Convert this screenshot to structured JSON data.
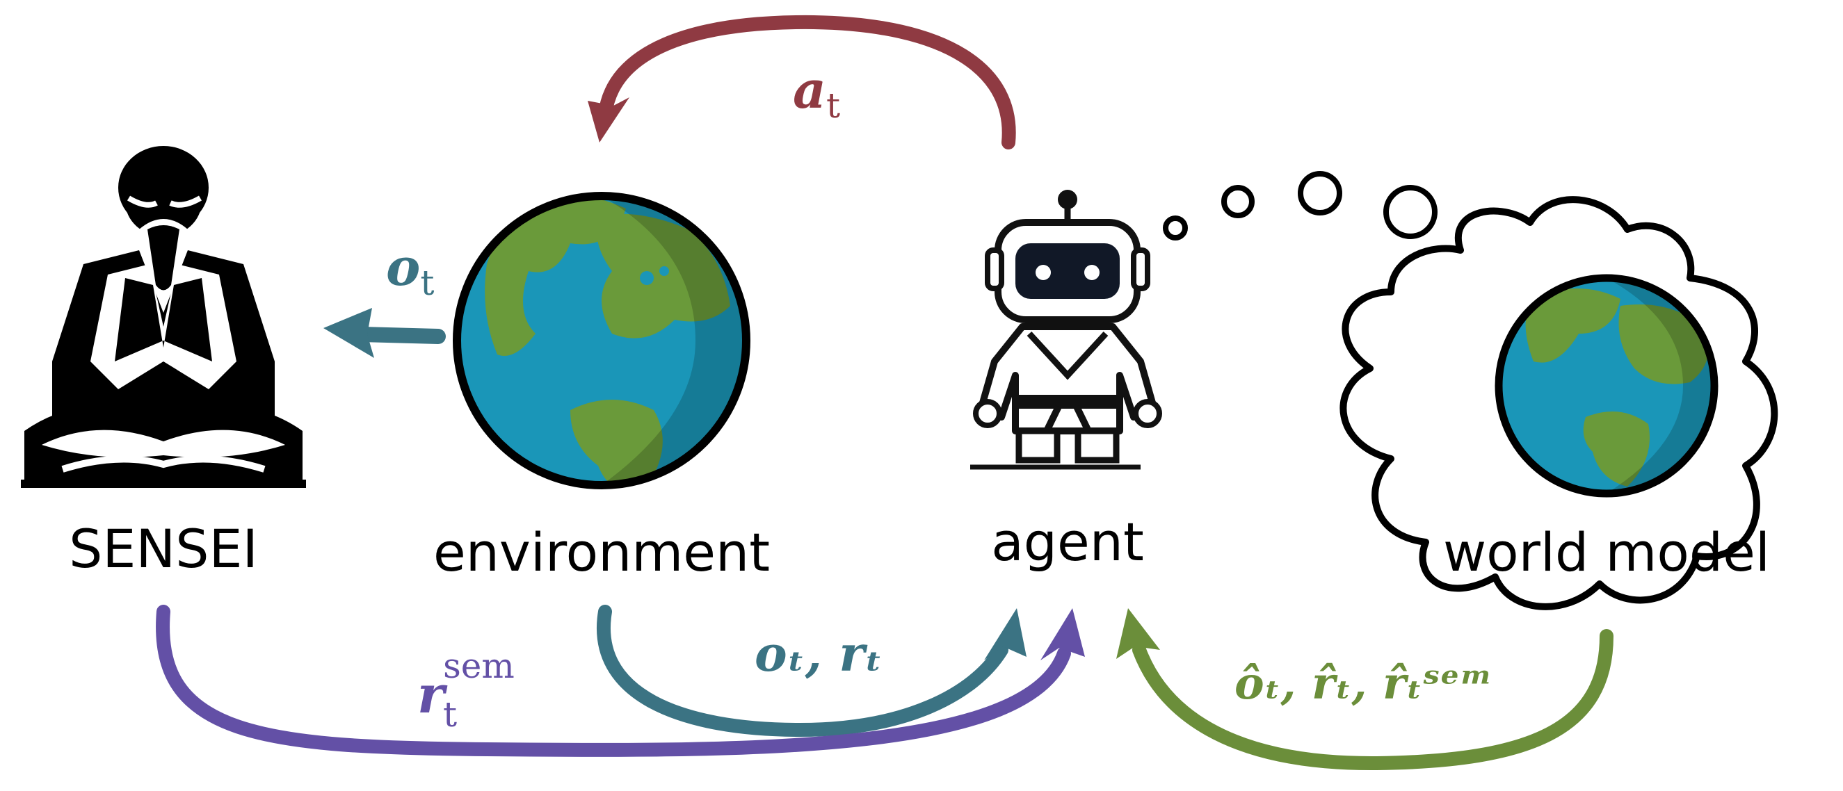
{
  "nodes": {
    "sensei": {
      "label": "SENSEI"
    },
    "environment": {
      "label": "environment"
    },
    "agent": {
      "label": "agent"
    },
    "world_model": {
      "label": "world model"
    }
  },
  "edges": {
    "action": {
      "label": "a",
      "sub": "t",
      "color": "#8f3a42"
    },
    "obs_to_sensei": {
      "label": "o",
      "sub": "t",
      "color": "#3b7383"
    },
    "env_to_agent": {
      "label": "oₜ, rₜ",
      "color": "#3b7383"
    },
    "sensei_to_agent": {
      "label": "r",
      "sub": "t",
      "sup": "sem",
      "color": "#6350a6"
    },
    "world_model_to_agent": {
      "label": "ôₜ, r̂ₜ, r̂ₜˢᵉᵐ",
      "color": "#6b8e3a"
    }
  },
  "colors": {
    "ocean": "#1a96b8",
    "land": "#6a9a3a",
    "outline": "#000000"
  },
  "icons": [
    "meditating-sensei-icon",
    "earth-globe-icon",
    "robot-agent-icon",
    "thought-cloud-icon",
    "earth-globe-icon"
  ]
}
